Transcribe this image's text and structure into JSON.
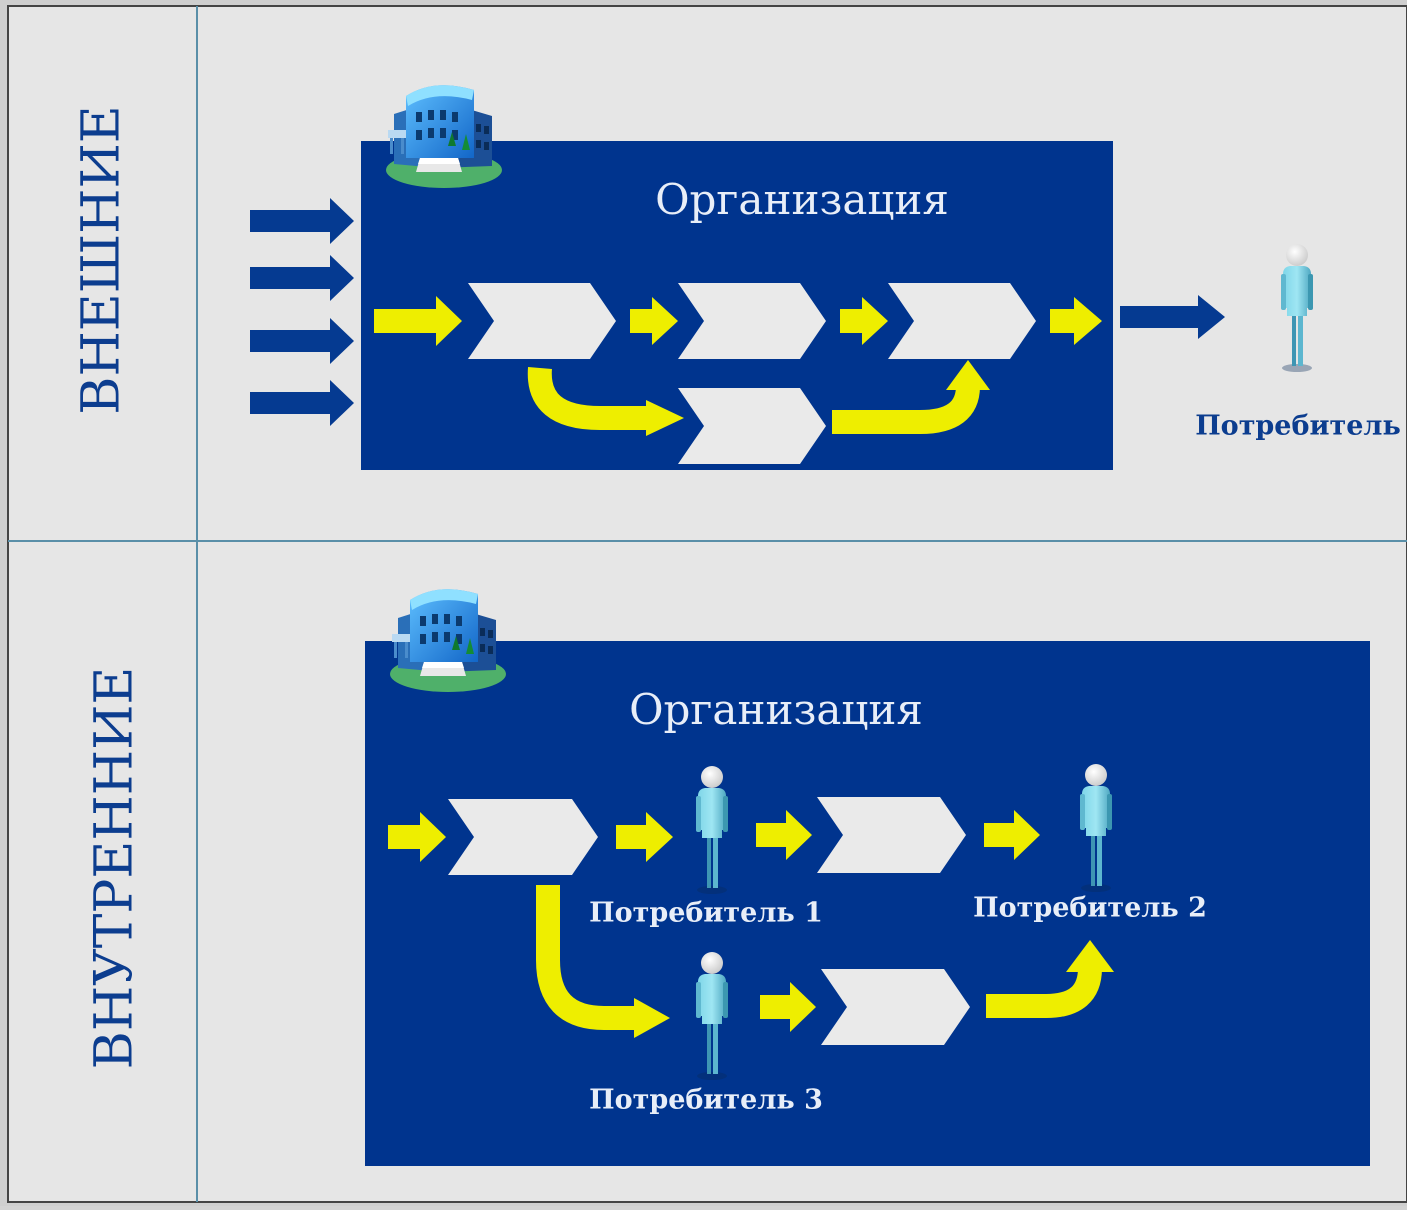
{
  "sections": [
    {
      "label": "ВНЕШНИЕ",
      "org_title": "Организация",
      "consumers": [
        {
          "label": "Потребитель"
        }
      ]
    },
    {
      "label": "ВНУТРЕННИЕ",
      "org_title": "Организация",
      "consumers": [
        {
          "label": "Потребитель 1"
        },
        {
          "label": "Потребитель 2"
        },
        {
          "label": "Потребитель 3"
        }
      ]
    }
  ],
  "colors": {
    "background": "#e6e6e6",
    "org_box": "#00348e",
    "flow_arrow": "#eeee00",
    "input_arrow": "#053a91",
    "text_label": "#0c3d8f",
    "divider": "#5a8fa8",
    "process_shape": "#eaeaea"
  },
  "icons": [
    "building-icon",
    "person-icon"
  ]
}
